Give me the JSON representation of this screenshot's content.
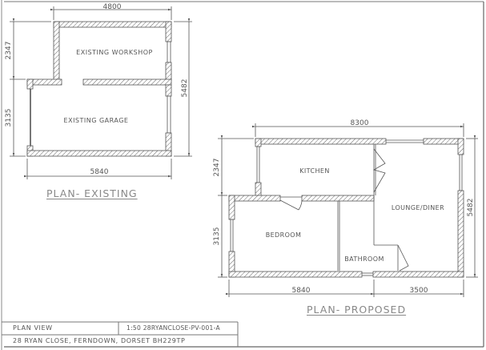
{
  "drawing": {
    "existing_plan": {
      "title": "PLAN- EXISTING",
      "rooms": [
        {
          "name": "EXISTING WORKSHOP"
        },
        {
          "name": "EXISTING GARAGE"
        }
      ],
      "dimensions": {
        "top_width": "4800",
        "bottom_width": "5840",
        "left_upper": "2347",
        "left_lower": "3135",
        "right_total": "5482"
      }
    },
    "proposed_plan": {
      "title": "PLAN- PROPOSED",
      "rooms": [
        {
          "name": "KITCHEN"
        },
        {
          "name": "LOUNGE/DINER"
        },
        {
          "name": "BEDROOM"
        },
        {
          "name": "BATHROOM"
        }
      ],
      "dimensions": {
        "top_width": "8300",
        "bottom_left": "5840",
        "bottom_right": "3500",
        "left_upper": "2347",
        "left_lower": "3135",
        "right_total": "5482"
      }
    }
  },
  "title_block": {
    "view": "PLAN VIEW",
    "scale_ref": "1:50 28RYANCLOSE-PV-001-A",
    "address": "28 RYAN CLOSE, FERNDOWN, DORSET BH229TP"
  },
  "colors": {
    "line": "#555555",
    "frame": "#666666",
    "text": "#555555",
    "title": "#888888"
  }
}
